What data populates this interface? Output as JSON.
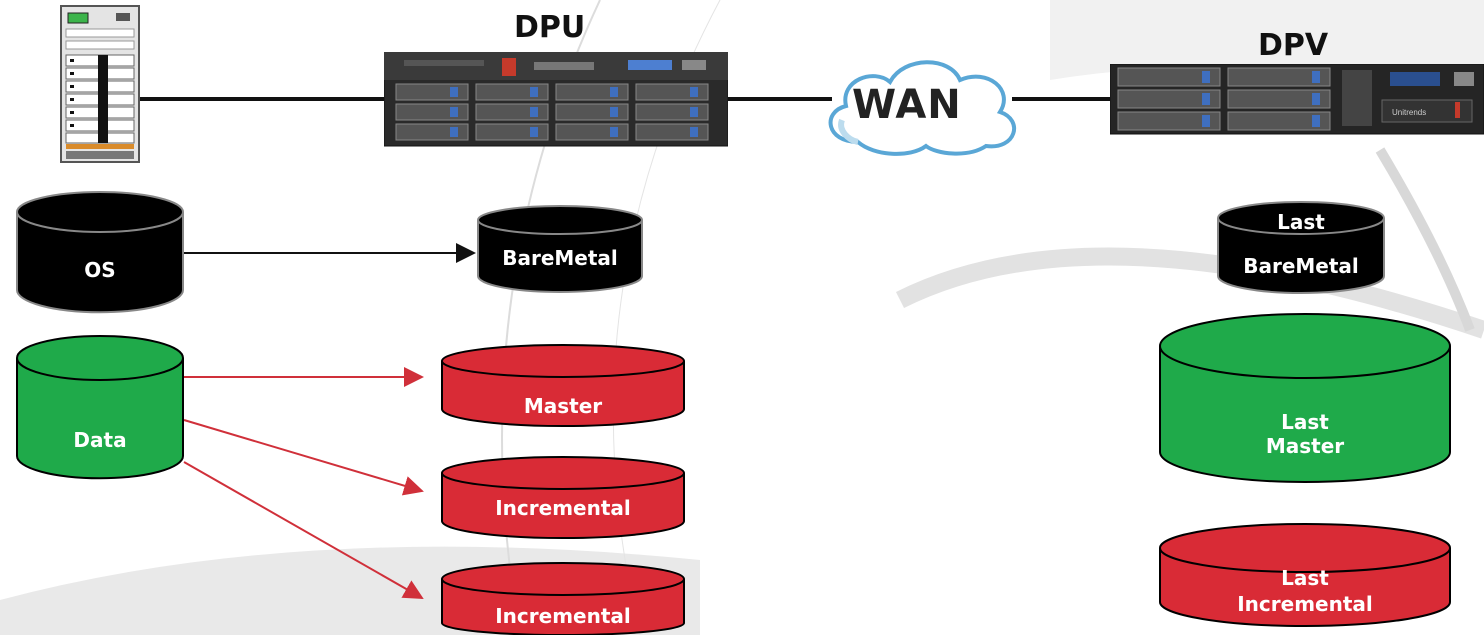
{
  "devices": {
    "source_label": "",
    "dpu_label": "DPU",
    "dpv_label": "DPV",
    "wan_label": "WAN",
    "dpv_brand": "Unitrends"
  },
  "source_disks": {
    "os": "OS",
    "data": "Data"
  },
  "dpu_backups": {
    "baremetal": "BareMetal",
    "master": "Master",
    "incremental_1": "Incremental",
    "incremental_2": "Incremental"
  },
  "dpv_backups": {
    "baremetal_line1": "Last",
    "baremetal_line2": "BareMetal",
    "master_line1": "Last",
    "master_line2": "Master",
    "incremental_line1": "Last",
    "incremental_line2": "Incremental"
  },
  "colors": {
    "black_disk": "#000000",
    "green_disk": "#1faa4a",
    "red_disk": "#d92b36",
    "red_arrow": "#d0303a",
    "black_line": "#111111"
  }
}
